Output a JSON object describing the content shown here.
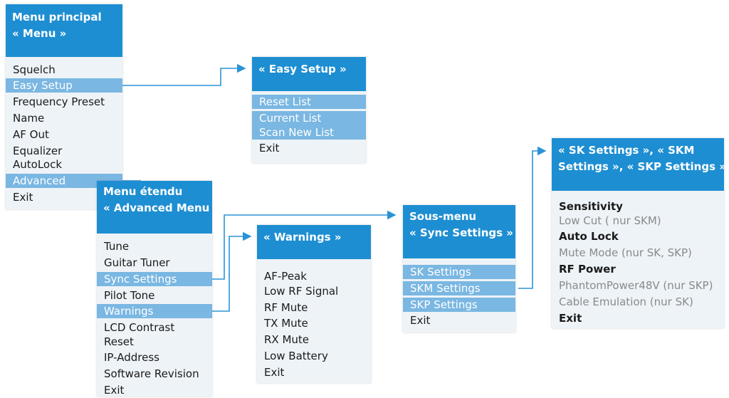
{
  "colors": {
    "header": "#1e8ed2",
    "highlight": "#7ab7e2",
    "panel": "#eef3f7",
    "arrow": "#2a93d5"
  },
  "main_menu": {
    "title_line1": "Menu principal",
    "title_line2": "« Menu »",
    "items": [
      "Squelch",
      "Easy Setup",
      "Frequency Preset",
      "Name",
      "AF Out",
      "Equalizer",
      "AutoLock",
      "Advanced",
      "Exit"
    ]
  },
  "easy_setup": {
    "title": "« Easy Setup »",
    "items": [
      "Reset List",
      "Current List",
      "Scan New List",
      "Exit"
    ]
  },
  "advanced_menu": {
    "title_line1": "Menu étendu",
    "title_line2": "« Advanced Menu »",
    "items": [
      "Tune",
      "Guitar Tuner",
      "Sync Settings",
      "Pilot Tone",
      "Warnings",
      "LCD Contrast",
      "Reset",
      "IP-Address",
      "Software Revision",
      "Exit"
    ]
  },
  "warnings": {
    "title": "« Warnings »",
    "items": [
      "AF-Peak",
      "Low RF Signal",
      "RF Mute",
      "TX Mute",
      "RX Mute",
      "Low Battery",
      "Exit"
    ]
  },
  "sync_settings": {
    "title_line1": "Sous-menu",
    "title_line2": "« Sync Settings »",
    "items": [
      "SK Settings",
      "SKM Settings",
      "SKP Settings",
      "Exit"
    ]
  },
  "sk_settings": {
    "title_line1": "« SK Settings », « SKM",
    "title_line2": "Settings », « SKP Settings »",
    "items": [
      "Sensitivity",
      "Low Cut ( nur SKM)",
      "Auto Lock",
      "Mute Mode (nur SK, SKP)",
      "RF Power",
      "PhantomPower48V (nur SKP)",
      "Cable Emulation (nur SK)",
      "Exit"
    ]
  }
}
